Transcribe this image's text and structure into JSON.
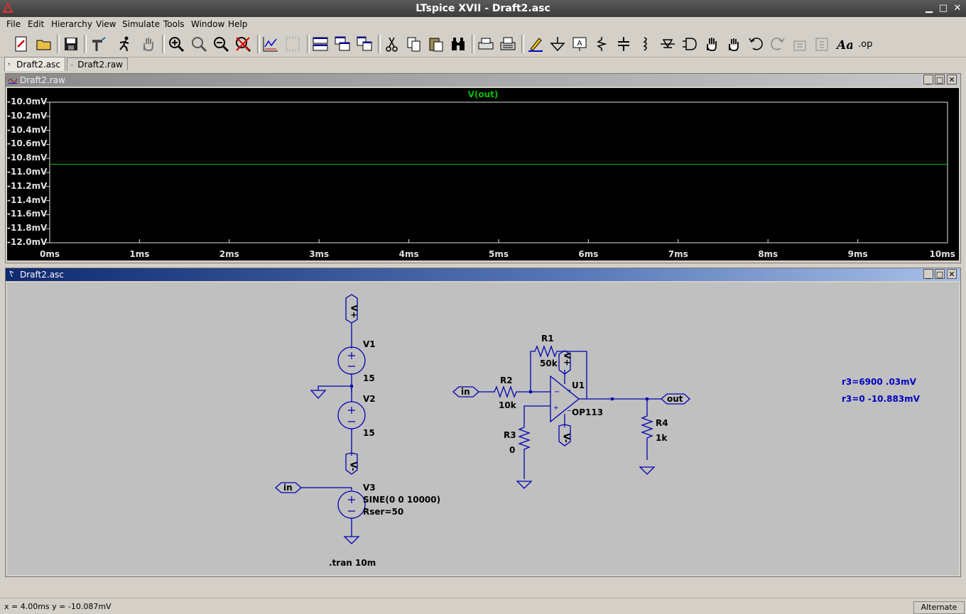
{
  "window": {
    "title": "LTspice XVII - Draft2.asc"
  },
  "menu": [
    "File",
    "Edit",
    "Hierarchy",
    "View",
    "Simulate",
    "Tools",
    "Window",
    "Help"
  ],
  "toolbar_icons": [
    "new-schematic",
    "open",
    "save",
    "control-panel",
    "run",
    "halt",
    "zoom-in",
    "zoom-fit",
    "zoom-out",
    "zoom-cancel",
    "autorange",
    "plot-settings",
    "tile-horizontal",
    "cascade",
    "tile-vertical",
    "cut",
    "copy",
    "paste",
    "find",
    "print-preview",
    "print",
    "draw-wire",
    "ground",
    "label-net",
    "resistor",
    "capacitor",
    "inductor",
    "diode",
    "component",
    "move",
    "drag",
    "undo",
    "redo",
    "rotate",
    "mirror",
    "text",
    "spice-directive"
  ],
  "tabs": [
    {
      "label": "Draft2.asc",
      "active": true
    },
    {
      "label": "Draft2.raw",
      "active": false
    }
  ],
  "waveform_window": {
    "title": "Draft2.raw",
    "trace_label": "V(out)",
    "trace_color": "#00c000",
    "chart_data": {
      "type": "line",
      "title": "V(out)",
      "xlabel": "",
      "ylabel": "",
      "x_ticks": [
        "0ms",
        "1ms",
        "2ms",
        "3ms",
        "4ms",
        "5ms",
        "6ms",
        "7ms",
        "8ms",
        "9ms",
        "10ms"
      ],
      "y_ticks": [
        "-10.0mV",
        "-10.2mV",
        "-10.4mV",
        "-10.6mV",
        "-10.8mV",
        "-11.0mV",
        "-11.2mV",
        "-11.4mV",
        "-11.6mV",
        "-11.8mV",
        "-12.0mV"
      ],
      "xlim": [
        0,
        10
      ],
      "ylim": [
        -12.0,
        -10.0
      ],
      "series": [
        {
          "name": "V(out)",
          "x": [
            0,
            10
          ],
          "y": [
            -10.883,
            -10.883
          ]
        }
      ]
    }
  },
  "schematic_window": {
    "title": "Draft2.asc",
    "labels": {
      "vplus": "V+",
      "vminus": "V-",
      "v1": "V1",
      "v1_val": "15",
      "v2": "V2",
      "v2_val": "15",
      "v3": "V3",
      "v3_val1": "SINE(0 0 10000)",
      "v3_val2": "Rser=50",
      "in": "in",
      "out": "out",
      "r1": "R1",
      "r1_val": "50k",
      "r2": "R2",
      "r2_val": "10k",
      "r3": "R3",
      "r3_val": "0",
      "r4": "R4",
      "r4_val": "1k",
      "u1": "U1",
      "u1_val": "OP113",
      "tran": ".tran 10m",
      "note1": "r3=6900  .03mV",
      "note2": "r3=0  -10.883mV"
    },
    "wire_color": "#0000b0",
    "note_color": "#0000c0"
  },
  "status": {
    "coords": "x = 4.00ms   y = -10.087mV",
    "mode": "Alternate"
  }
}
